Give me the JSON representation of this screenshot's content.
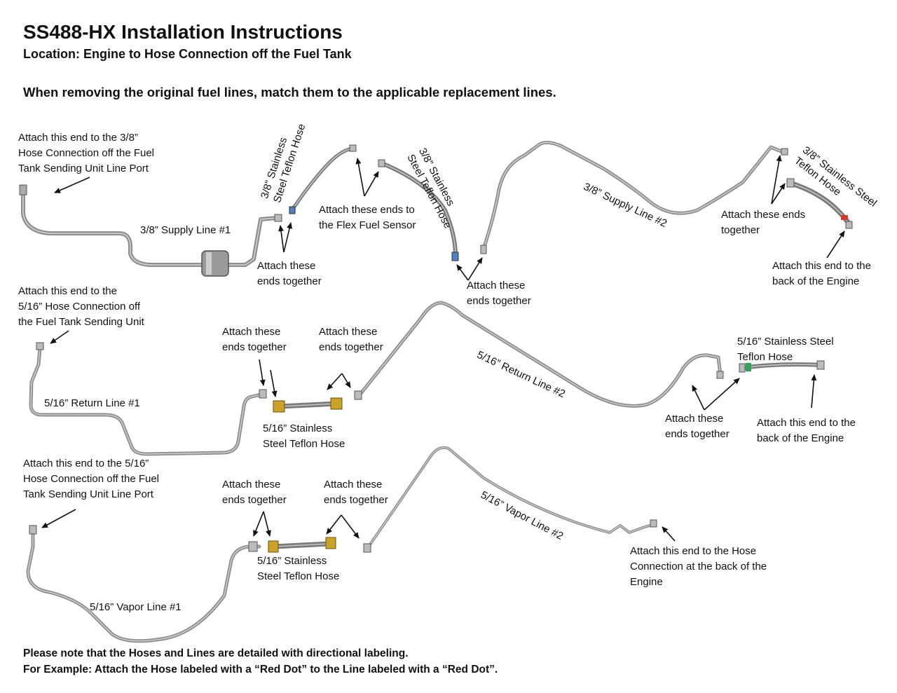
{
  "header": {
    "title": "SS488-HX Installation Instructions",
    "location": "Location: Engine to Hose Connection off the Fuel Tank",
    "intro": "When removing the original fuel lines, match them to the applicable replacement lines."
  },
  "labels": {
    "supply1_tank_end": [
      "Attach this end to the 3/8”",
      "Hose Connection off the Fuel",
      "Tank Sending Unit Line Port"
    ],
    "supply_line_1": "3/8” Supply Line #1",
    "supply_hose_a": [
      "3/8” Stainless",
      "Steel Teflon Hose"
    ],
    "attach_together_1": [
      "Attach these",
      "ends together"
    ],
    "flex_fuel_sensor": [
      "Attach these ends to",
      "the Flex Fuel Sensor"
    ],
    "supply_hose_b": [
      "3/8” Stainless",
      "Steel Teflon Hose"
    ],
    "attach_together_2": [
      "Attach these",
      "ends together"
    ],
    "supply_line_2": "3/8” Supply Line #2",
    "attach_together_3": [
      "Attach these ends",
      "together"
    ],
    "supply_hose_c": [
      "3/8” Stainless Steel",
      "Teflon Hose"
    ],
    "supply_engine_end": [
      "Attach this end to the",
      "back of the Engine"
    ],
    "return1_tank_end": [
      "Attach this end to the",
      "5/16” Hose Connection off",
      "the Fuel Tank Sending Unit"
    ],
    "return_line_1": "5/16” Return Line #1",
    "attach_together_4": [
      "Attach these",
      "ends together"
    ],
    "attach_together_5": [
      "Attach these",
      "ends together"
    ],
    "return_hose": [
      "5/16” Stainless",
      "Steel Teflon Hose"
    ],
    "return_line_2": "5/16” Return Line #2",
    "return_hose_2": [
      "5/16” Stainless Steel",
      "Teflon Hose"
    ],
    "attach_together_6": [
      "Attach these",
      "ends together"
    ],
    "return_engine_end": [
      "Attach this end to the",
      "back of the Engine"
    ],
    "vapor1_tank_end": [
      "Attach this end to the 5/16”",
      "Hose Connection off the Fuel",
      "Tank Sending Unit Line Port"
    ],
    "attach_together_7": [
      "Attach these",
      "ends together"
    ],
    "attach_together_8": [
      "Attach these",
      "ends together"
    ],
    "vapor_hose": [
      "5/16” Stainless",
      "Steel Teflon Hose"
    ],
    "vapor_line_2": "5/16” Vapor Line #2",
    "vapor_engine_end": [
      "Attach this end to the Hose",
      "Connection at the back of the",
      "Engine"
    ],
    "vapor_line_1": "5/16” Vapor Line #1"
  },
  "footer": {
    "note": "Please note that the Hoses and Lines are detailed with directional labeling.",
    "example": "For Example: Attach the Hose labeled with a “Red Dot” to the Line labeled with a “Red Dot”."
  },
  "colors": {
    "tube": "#8e8e8e",
    "tube_highlight": "#d6d6d6",
    "brass": "#c9a227",
    "red_dot": "#d23a2a",
    "green_band": "#2fa35a",
    "blue_fitting": "#4f7fc4"
  }
}
